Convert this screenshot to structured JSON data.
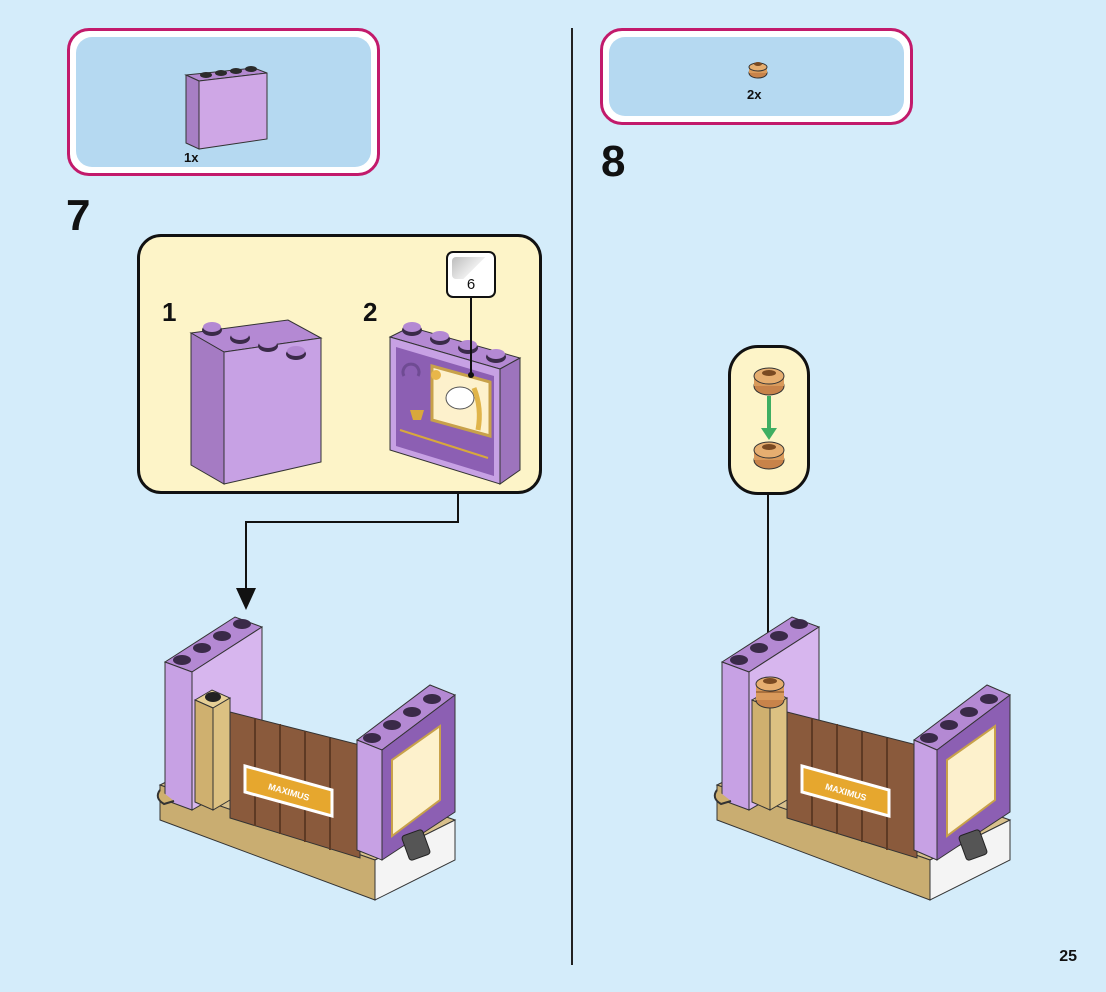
{
  "page": {
    "number": "25"
  },
  "step7": {
    "number": "7",
    "parts": {
      "quantity": "1x",
      "icon": "lavender-1x4x3-panel-brick"
    },
    "subassembly": {
      "substeps": [
        {
          "number": "1"
        },
        {
          "number": "2"
        }
      ],
      "sticker_number": "6"
    },
    "model": {
      "nameplate": "MAXIMUS"
    }
  },
  "step8": {
    "number": "8",
    "parts": {
      "quantity": "2x",
      "icon": "pearl-gold-round-plate"
    },
    "model": {
      "nameplate": "MAXIMUS"
    }
  },
  "colors": {
    "background": "#d4ecfa",
    "parts_border": "#c21a6b",
    "parts_fill": "#b5d9f1",
    "subassembly_fill": "#fdf4c8",
    "brick_lavender": "#c8a6e0",
    "brick_tan": "#d4bd88",
    "gate_brown": "#8a5a3c",
    "arrow_green": "#3fae62"
  }
}
